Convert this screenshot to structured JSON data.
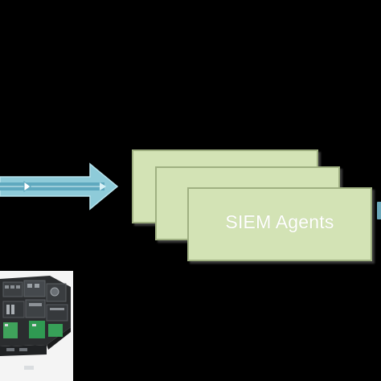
{
  "diagram": {
    "background_color": "#000000",
    "agents_box": {
      "label": "SIEM Agents",
      "fill_color": "#d3e3b5",
      "stack_count": 3
    },
    "input_arrow": {
      "color": "#8ecbd9",
      "icon": "double-line-arrow-right"
    },
    "output_arrow": {
      "color": "#6aa6b8"
    },
    "device_image": {
      "icon": "network-appliance-photo"
    }
  }
}
